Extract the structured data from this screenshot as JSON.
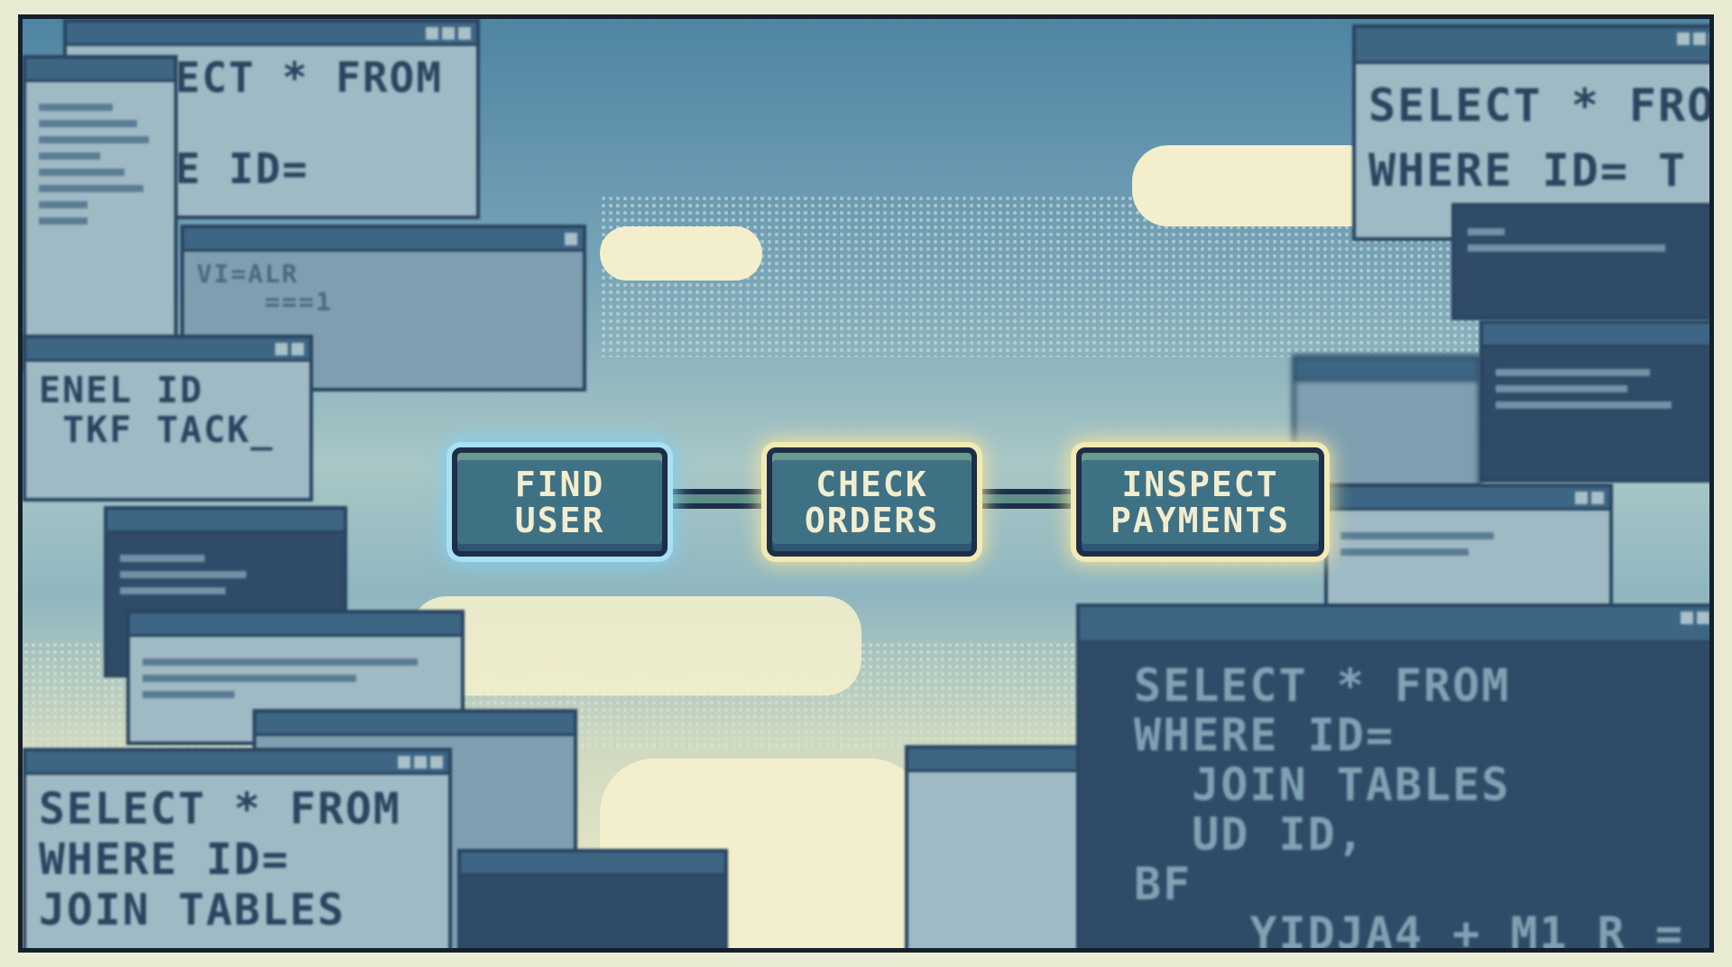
{
  "workflow": {
    "steps": [
      {
        "line1": "FIND",
        "line2": "USER"
      },
      {
        "line1": "CHECK",
        "line2": "ORDERS"
      },
      {
        "line1": "INSPECT",
        "line2": "PAYMENTS"
      }
    ]
  },
  "windows": {
    "top_left": "ECT * FROM\n\nE ID=",
    "left_small": "ENEL ID\n TKF TACK_",
    "bottom_left": "SELECT * FROM\nWHERE ID=\nJOIN TABLES",
    "top_right": "SELECT * FRO\nWHERE ID= T",
    "bottom_right": "SELECT * FROM\nWHERE ID=\n  JOIN TABLES\n  UD ID,\nBF\n    YIDJA4 + M1_R =",
    "mid_left": "VI=ALR\n    ===1"
  },
  "colors": {
    "glow_start": "#7fd0f0",
    "glow_end": "#f0e2a0",
    "step_fill": "#3f7184",
    "text": "#f2edcf"
  }
}
